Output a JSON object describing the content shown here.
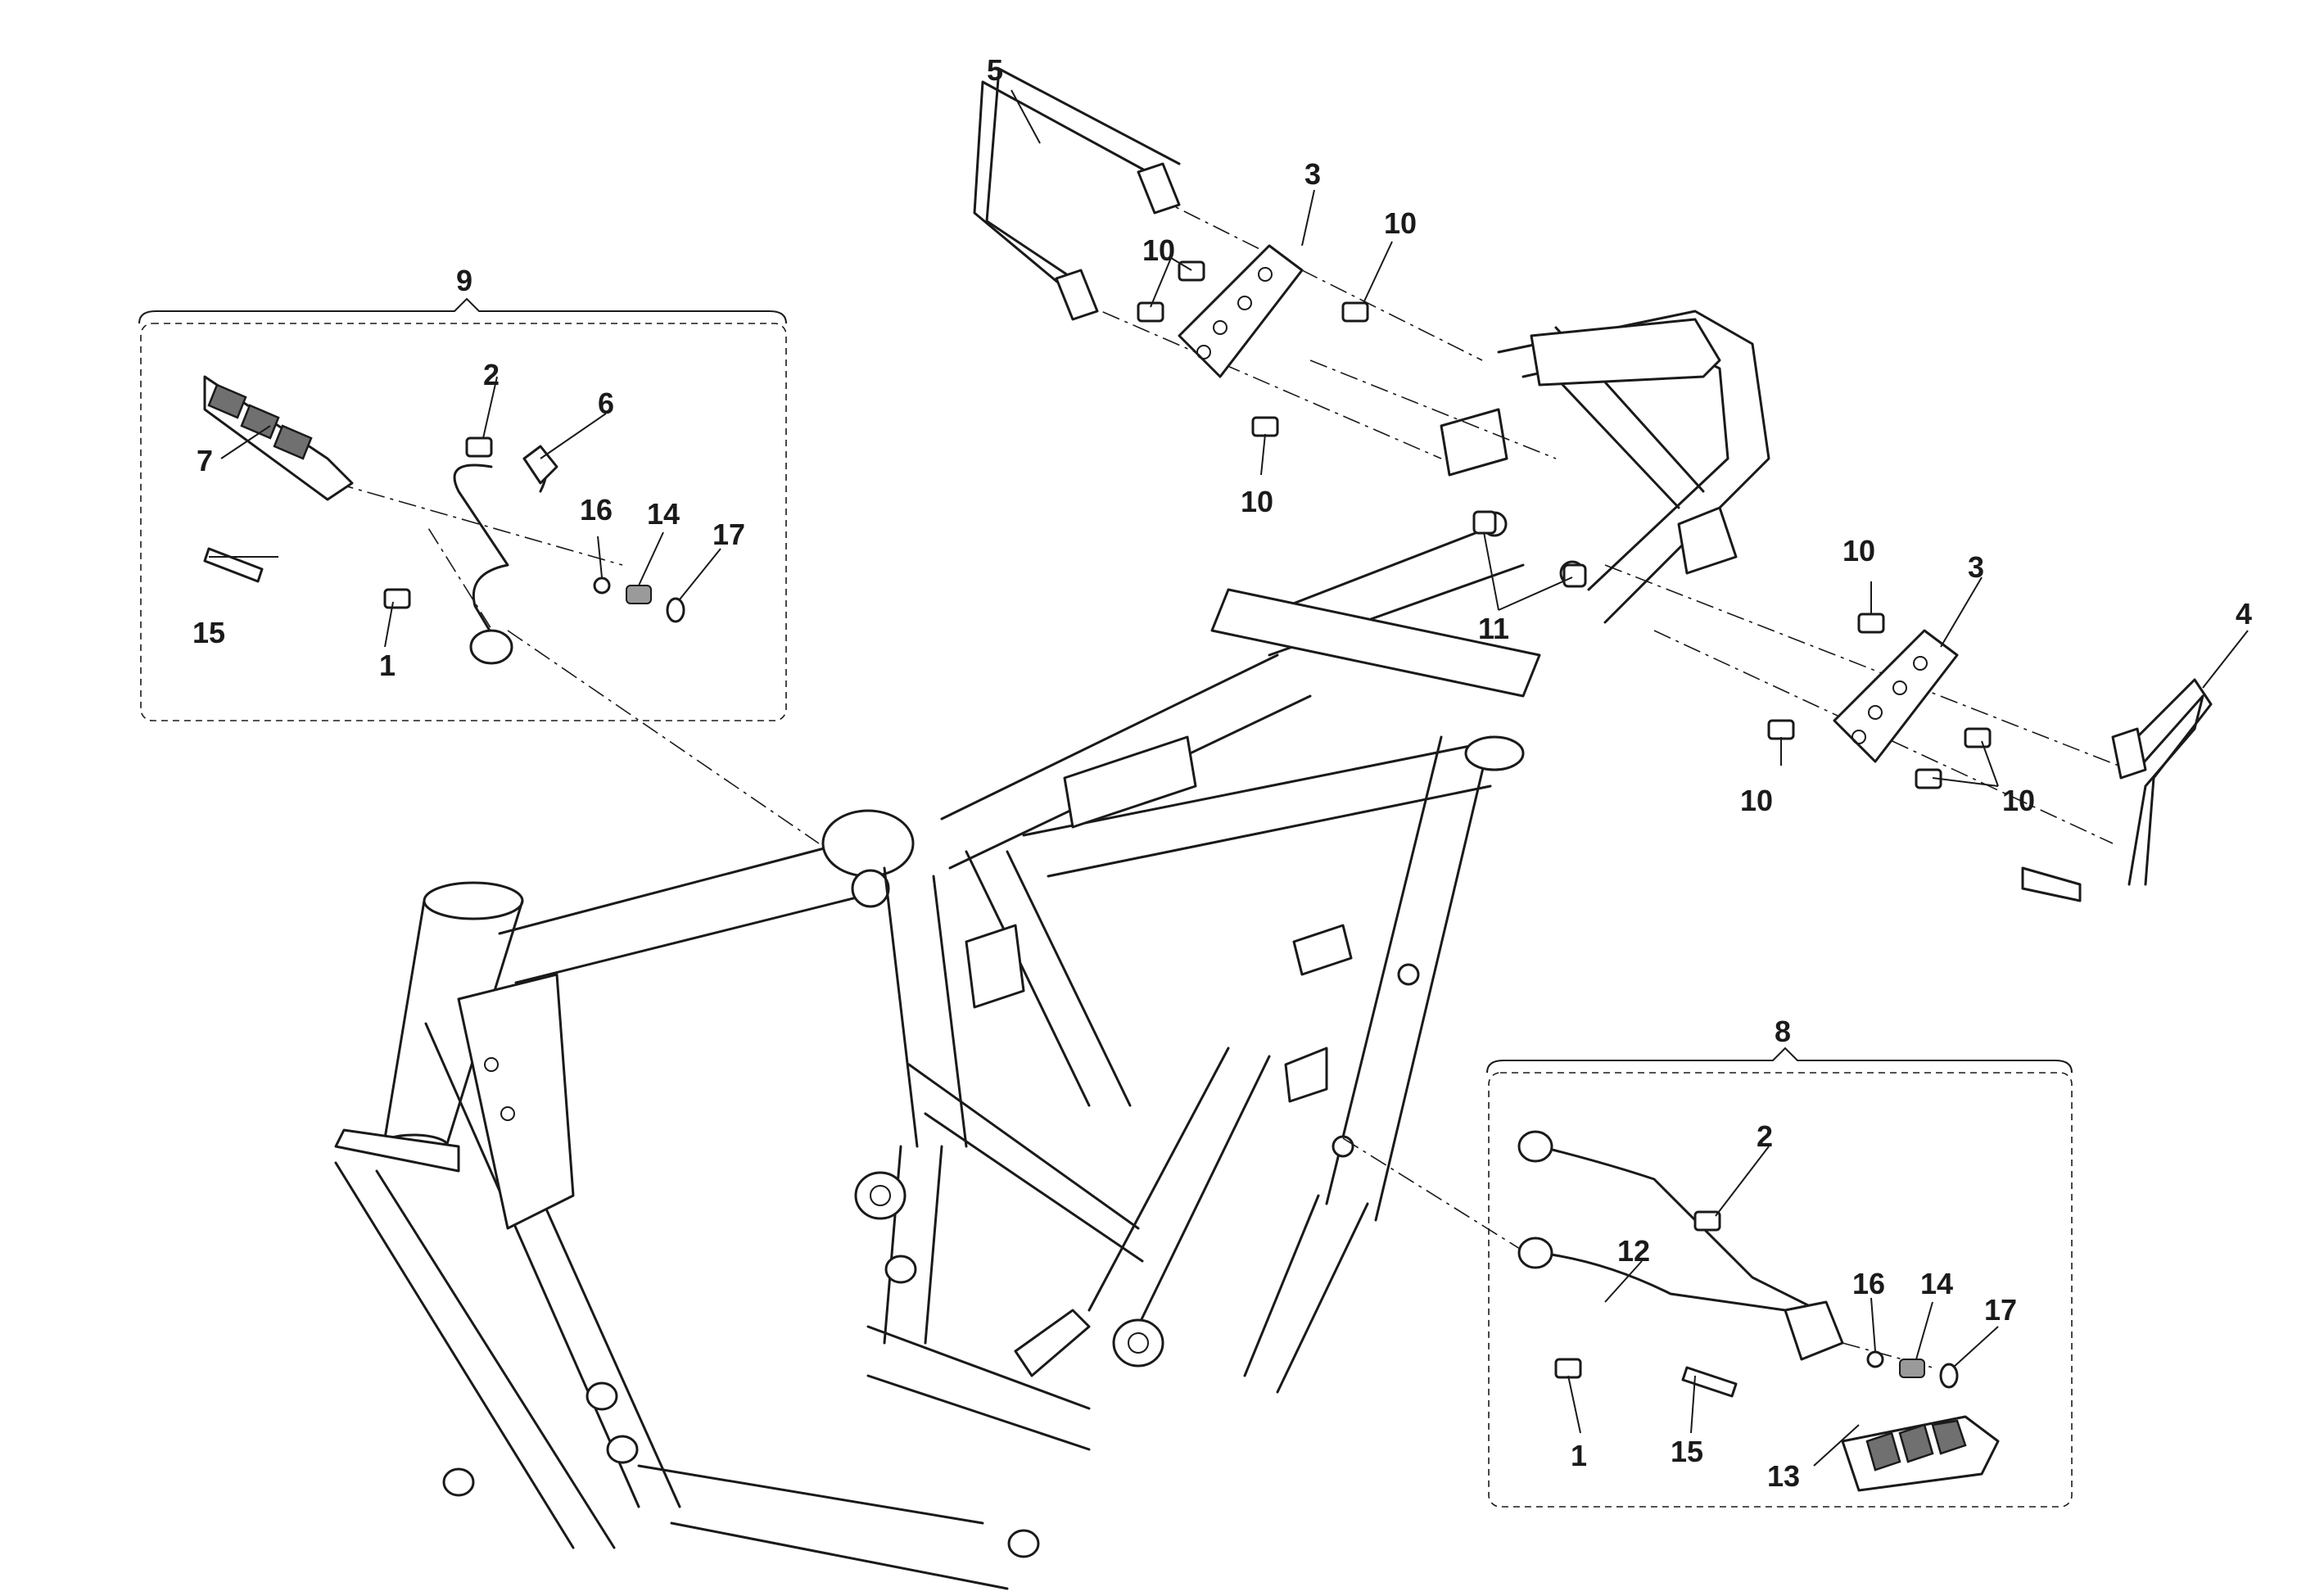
{
  "diagram": {
    "callouts": [
      {
        "id": "c5",
        "text": "5"
      },
      {
        "id": "c3a",
        "text": "3"
      },
      {
        "id": "c10a",
        "text": "10"
      },
      {
        "id": "c10b",
        "text": "10"
      },
      {
        "id": "c10c",
        "text": "10"
      },
      {
        "id": "c9",
        "text": "9"
      },
      {
        "id": "c2a",
        "text": "2"
      },
      {
        "id": "c6",
        "text": "6"
      },
      {
        "id": "c7",
        "text": "7"
      },
      {
        "id": "c16a",
        "text": "16"
      },
      {
        "id": "c14a",
        "text": "14"
      },
      {
        "id": "c17a",
        "text": "17"
      },
      {
        "id": "c15a",
        "text": "15"
      },
      {
        "id": "c1a",
        "text": "1"
      },
      {
        "id": "c11",
        "text": "11"
      },
      {
        "id": "c10d",
        "text": "10"
      },
      {
        "id": "c3b",
        "text": "3"
      },
      {
        "id": "c4",
        "text": "4"
      },
      {
        "id": "c10e",
        "text": "10"
      },
      {
        "id": "c10f",
        "text": "10"
      },
      {
        "id": "c8",
        "text": "8"
      },
      {
        "id": "c2b",
        "text": "2"
      },
      {
        "id": "c12",
        "text": "12"
      },
      {
        "id": "c16b",
        "text": "16"
      },
      {
        "id": "c14b",
        "text": "14"
      },
      {
        "id": "c17b",
        "text": "17"
      },
      {
        "id": "c1b",
        "text": "1"
      },
      {
        "id": "c15b",
        "text": "15"
      },
      {
        "id": "c13",
        "text": "13"
      }
    ]
  }
}
